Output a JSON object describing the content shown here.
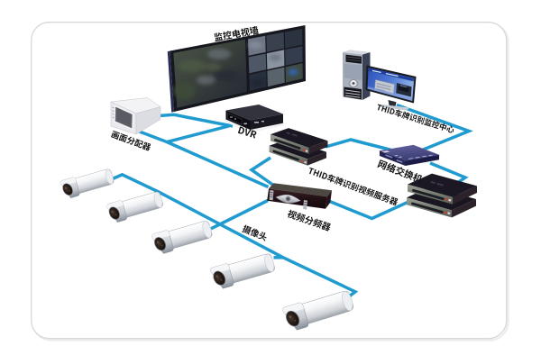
{
  "page": {
    "background": "#ffffff",
    "type": "cctv-network-topology-diagram"
  },
  "canvas": {
    "border_color": "#d8d8d8"
  },
  "diagram": {
    "line_color": "#1f9bd0",
    "label_color": "#141414",
    "nodes": [
      {
        "id": "tv-wall",
        "label": "监控电视墙"
      },
      {
        "id": "screen-distributor",
        "label": "画面分配器"
      },
      {
        "id": "dvr",
        "label": "DVR"
      },
      {
        "id": "monitor-center",
        "label": "THID车牌识别监控中心"
      },
      {
        "id": "network-switch",
        "label": "网络交换机"
      },
      {
        "id": "video-server",
        "label": "THID车牌识别视频服务器"
      },
      {
        "id": "video-server-2",
        "label": ""
      },
      {
        "id": "video-splitter",
        "label": "视频分频器"
      },
      {
        "id": "cameras",
        "label": "摄像头"
      }
    ],
    "connections": [
      {
        "from": "screen-distributor",
        "to": "tv-wall"
      },
      {
        "from": "tv-wall",
        "to": "dvr"
      },
      {
        "from": "screen-distributor",
        "to": "dvr"
      },
      {
        "from": "screen-distributor",
        "to": "video-splitter"
      },
      {
        "from": "video-server",
        "to": "video-splitter"
      },
      {
        "from": "video-server",
        "to": "network-switch"
      },
      {
        "from": "monitor-center",
        "to": "network-switch"
      },
      {
        "from": "network-switch",
        "to": "video-server-2"
      },
      {
        "from": "video-splitter",
        "to": "video-server-2"
      },
      {
        "from": "video-splitter",
        "to": "cameras"
      },
      {
        "from": "cameras",
        "to": "cameras",
        "note": "daisy-chained camera trunk"
      }
    ]
  },
  "labels": {
    "wall": "监控电视墙",
    "distributor": "画面分配器",
    "dvr": "DVR",
    "center": "THID车牌识别监控中心",
    "switch": "网络交换机",
    "server": "THID车牌识别视频服务器",
    "splitter": "视频分频器",
    "camera": "摄像头"
  }
}
